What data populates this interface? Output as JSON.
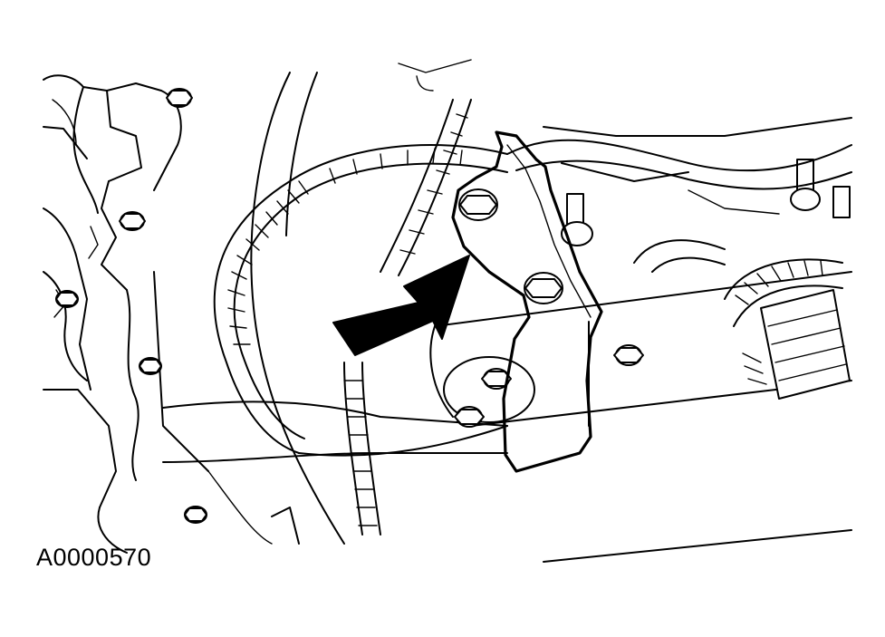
{
  "figure": {
    "id_label": "A0000570"
  },
  "parts": {
    "bracket": "bracket",
    "arrow": "callout-arrow",
    "harness": "wire-harness"
  },
  "colors": {
    "line": "#000000",
    "background": "#ffffff"
  }
}
